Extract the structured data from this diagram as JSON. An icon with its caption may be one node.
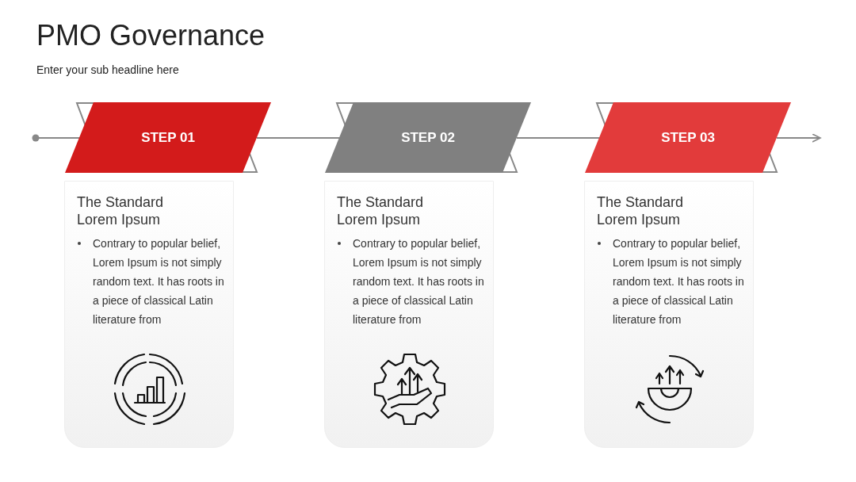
{
  "diagram": {
    "title": "PMO Governance",
    "nodes": [
      {
        "text": [],
        "shape": "circle"
      },
      {
        "text": [
          "STEP 01"
        ]
      },
      {
        "text": [
          "STEP 02"
        ]
      },
      {
        "text": [
          "STEP 03"
        ]
      },
      {
        "text": [
          "The Standard Lorem Ipsum",
          "Contrary to popular belief, Lorem Ipsum is not simply random text. It has roots in a piece of classical Latin literature from"
        ]
      },
      {
        "text": [
          "The Standard Lorem Ipsum",
          "Contrary to popular belief, Lorem Ipsum is not simply random text. It has roots in a piece of classical Latin literature from"
        ]
      },
      {
        "text": [
          "The Standard Lorem Ipsum",
          "Contrary to popular belief, Lorem Ipsum is not simply random text. It has roots in a piece of classical Latin literature from"
        ]
      }
    ],
    "edges": [
      {
        "from": 0,
        "to": 1,
        "arrow": "none"
      },
      {
        "from": 1,
        "to": 2,
        "arrow": "none"
      },
      {
        "from": 2,
        "to": 3,
        "arrow": "none"
      },
      {
        "from": 3,
        "to": null,
        "arrow": "to"
      }
    ],
    "labels": [
      "Enter your sub headline here"
    ]
  }
}
